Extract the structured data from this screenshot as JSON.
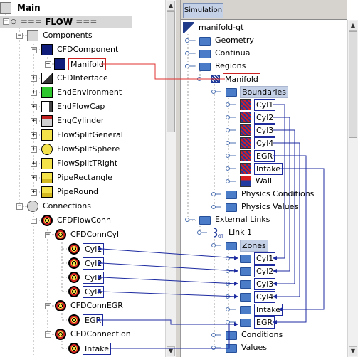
{
  "left_tree": {
    "main": "Main",
    "flow": "=== FLOW ===",
    "components": "Components",
    "cfd_component": "CFDComponent",
    "manifold": "Manifold",
    "cfd_interface": "CFDInterface",
    "end_environment": "EndEnvironment",
    "end_flow_cap": "EndFlowCap",
    "eng_cylinder": "EngCylinder",
    "flow_split_general": "FlowSplitGeneral",
    "flow_split_sphere": "FlowSplitSphere",
    "flow_split_tright": "FlowSplitTRight",
    "pipe_rectangle": "PipeRectangle",
    "pipe_round": "PipeRound",
    "connections": "Connections",
    "cfd_flow_conn": "CFDFlowConn",
    "cfd_conn_cyl": "CFDConnCyl",
    "cyl1": "Cyl1",
    "cyl2": "Cyl2",
    "cyl3": "Cyl3",
    "cyl4": "Cyl4",
    "cfd_conn_egr": "CFDConnEGR",
    "egr": "EGR",
    "cfd_connection": "CFDConnection",
    "intake": "Intake"
  },
  "right_panel": {
    "tab": "Simulation",
    "root": "manifold-gt",
    "geometry": "Geometry",
    "continua": "Continua",
    "regions": "Regions",
    "manifold": "Manifold",
    "boundaries": "Boundaries",
    "b_cyl1": "Cyl1",
    "b_cyl2": "Cyl2",
    "b_cyl3": "Cyl3",
    "b_cyl4": "Cyl4",
    "b_egr": "EGR",
    "b_intake": "Intake",
    "b_wall": "Wall",
    "physics_conditions": "Physics Conditions",
    "physics_values": "Physics Values",
    "external_links": "External Links",
    "link1": "Link 1",
    "zones": "Zones",
    "z_cyl1": "Cyl1",
    "z_cyl2": "Cyl2",
    "z_cyl3": "Cyl3",
    "z_cyl4": "Cyl4",
    "z_intake": "Intake",
    "z_egr": "EGR",
    "conditions": "Conditions",
    "values": "Values"
  },
  "colors": {
    "red_link": "#e03030",
    "blue_link": "#1c2aa0",
    "selection": "#c4d0e6",
    "folder": "#4a7cc8"
  }
}
